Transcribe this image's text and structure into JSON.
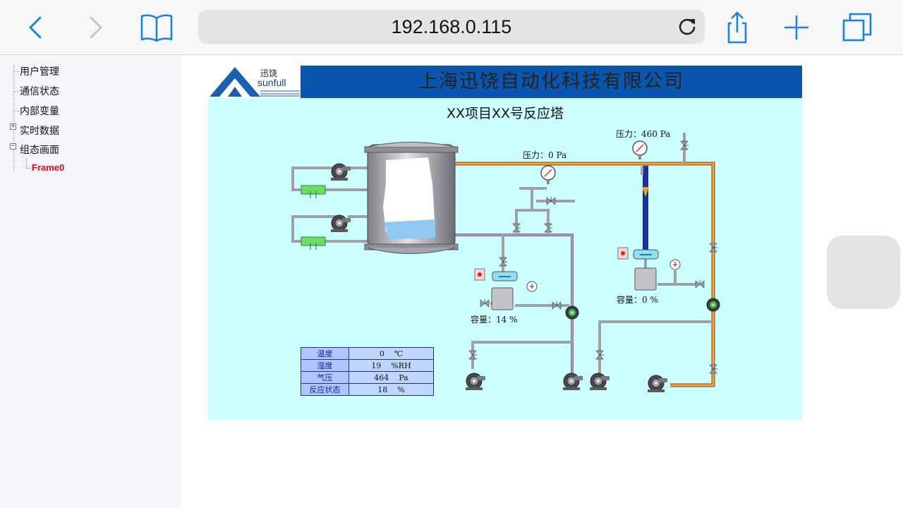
{
  "browser": {
    "url": "192.168.0.115",
    "icons": {
      "back": "chevron-left-icon",
      "forward": "chevron-right-icon",
      "bookmarks": "book-icon",
      "reload": "reload-icon",
      "share": "share-icon",
      "new_tab": "plus-icon",
      "tabs": "tabs-icon"
    },
    "accent": "#1a82e2"
  },
  "sidebar": {
    "items": [
      {
        "label": "用户管理"
      },
      {
        "label": "通信状态"
      },
      {
        "label": "内部变量"
      },
      {
        "label": "实时数据",
        "toggle": "+"
      },
      {
        "label": "组态画面",
        "toggle": "−"
      }
    ],
    "subitem": "Frame0",
    "subitem_color": "#e3001b"
  },
  "scada": {
    "logo": {
      "brand_cn": "迅饶",
      "brand_en": "sunfull"
    },
    "company": "上海迅饶自动化科技有限公司",
    "title": "XX项目XX号反应塔",
    "banner_color": "#0a56ae",
    "background_color": "#ccffff",
    "labels": {
      "pressure_top": "压力：460 Pa",
      "pressure_mid": "压力：0   Pa",
      "capacity_left": "容量：14 %",
      "capacity_right": "容量：0  %"
    },
    "table": [
      {
        "key": "温度",
        "value": "0",
        "unit": "℃"
      },
      {
        "key": "湿度",
        "value": "19",
        "unit": "%RH"
      },
      {
        "key": "气压",
        "value": "464",
        "unit": "Pa"
      },
      {
        "key": "反应状态",
        "value": "18",
        "unit": "%"
      }
    ]
  }
}
